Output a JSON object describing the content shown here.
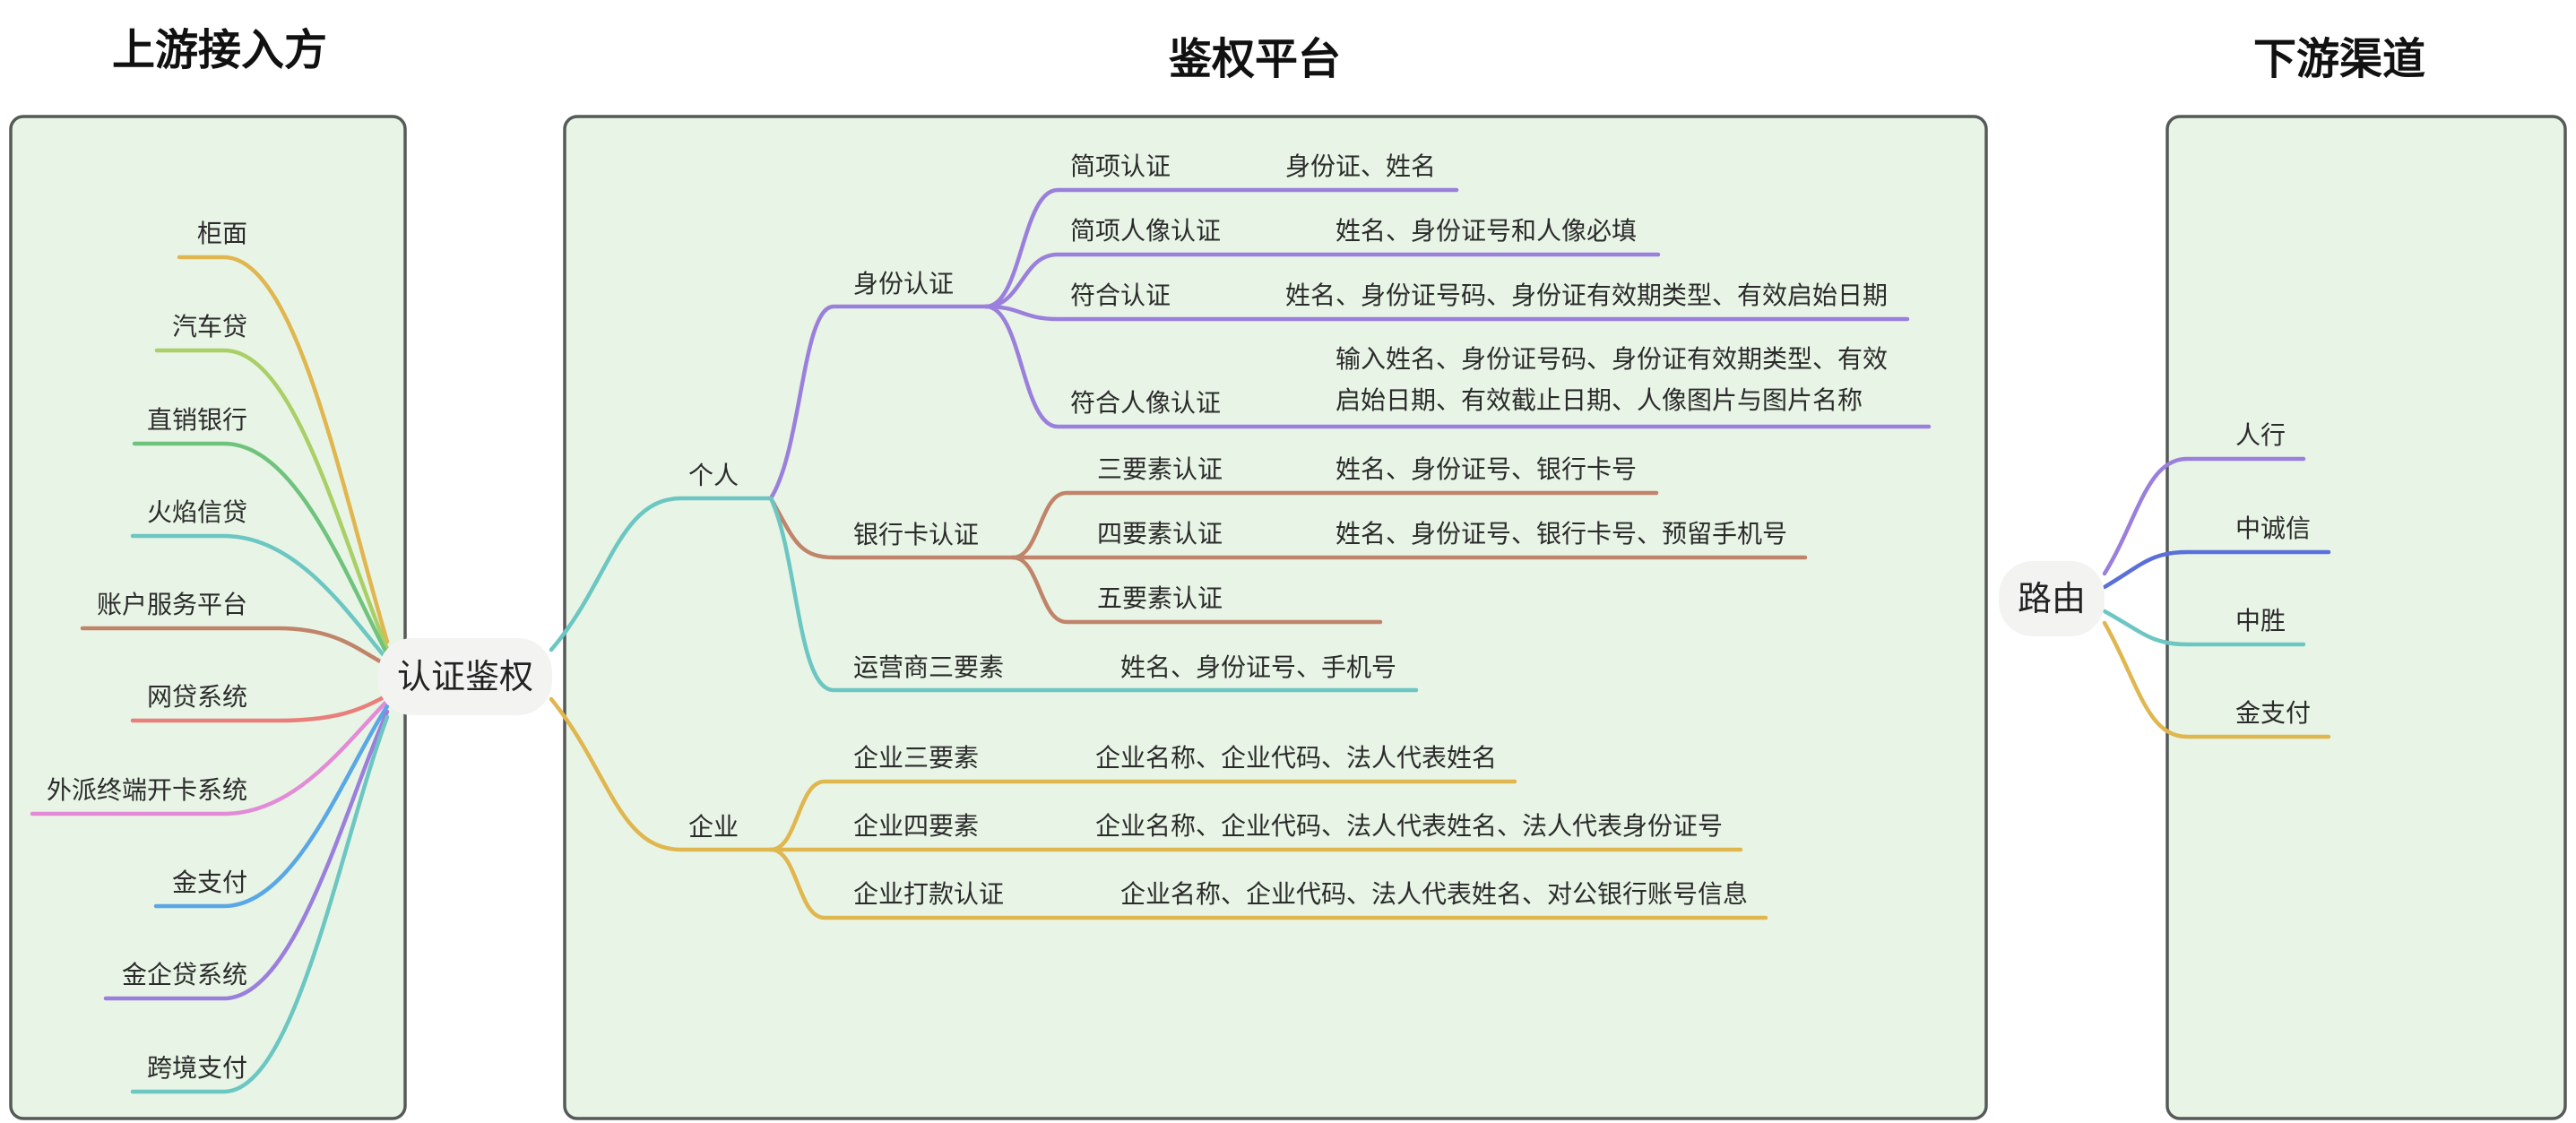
{
  "sections": {
    "upstream": "上游接入方",
    "platform": "鉴权平台",
    "downstream": "下游渠道"
  },
  "hub_main": "认证鉴权",
  "hub_route": "路由",
  "upstream_items": [
    "柜面",
    "汽车贷",
    "直销银行",
    "火焰信贷",
    "账户服务平台",
    "网贷系统",
    "外派终端开卡系统",
    "金支付",
    "金企贷系统",
    "跨境支付"
  ],
  "personal": {
    "label": "个人",
    "identity": {
      "label": "身份认证",
      "items": [
        {
          "name": "简项认证",
          "desc": "身份证、姓名"
        },
        {
          "name": "简项人像认证",
          "desc": "姓名、身份证号和人像必填"
        },
        {
          "name": "符合认证",
          "desc": "姓名、身份证号码、身份证有效期类型、有效启始日期"
        },
        {
          "name": "符合人像认证",
          "desc1": "输入姓名、身份证号码、身份证有效期类型、有效",
          "desc2": "启始日期、有效截止日期、人像图片与图片名称"
        }
      ]
    },
    "bankcard": {
      "label": "银行卡认证",
      "items": [
        {
          "name": "三要素认证",
          "desc": "姓名、身份证号、银行卡号"
        },
        {
          "name": "四要素认证",
          "desc": "姓名、身份证号、银行卡号、预留手机号"
        },
        {
          "name": "五要素认证",
          "desc": ""
        }
      ]
    },
    "carrier": {
      "name": "运营商三要素",
      "desc": "姓名、身份证号、手机号"
    }
  },
  "enterprise": {
    "label": "企业",
    "items": [
      {
        "name": "企业三要素",
        "desc": "企业名称、企业代码、法人代表姓名"
      },
      {
        "name": "企业四要素",
        "desc": "企业名称、企业代码、法人代表姓名、法人代表身份证号"
      },
      {
        "name": "企业打款认证",
        "desc": "企业名称、企业代码、法人代表姓名、对公银行账号信息"
      }
    ]
  },
  "downstream_items": [
    "人行",
    "中诚信",
    "中胜",
    "金支付"
  ],
  "colors": {
    "panel_fill": "#e8f5e6",
    "panel_border": "#555a58",
    "purple": "#9b7fdc",
    "brown": "#c0846a",
    "teal": "#6cc6c2",
    "gold": "#e0b64f",
    "upstream": [
      "#e0b64f",
      "#a9cf66",
      "#6fc37d",
      "#6cc6c2",
      "#c0846a",
      "#e97e7a",
      "#e38bd6",
      "#5aa7e6",
      "#9b7fdc",
      "#6cc6c2"
    ],
    "downstream": [
      "#9b7fdc",
      "#5b6fd9",
      "#6cc6c2",
      "#e0b64f"
    ]
  }
}
